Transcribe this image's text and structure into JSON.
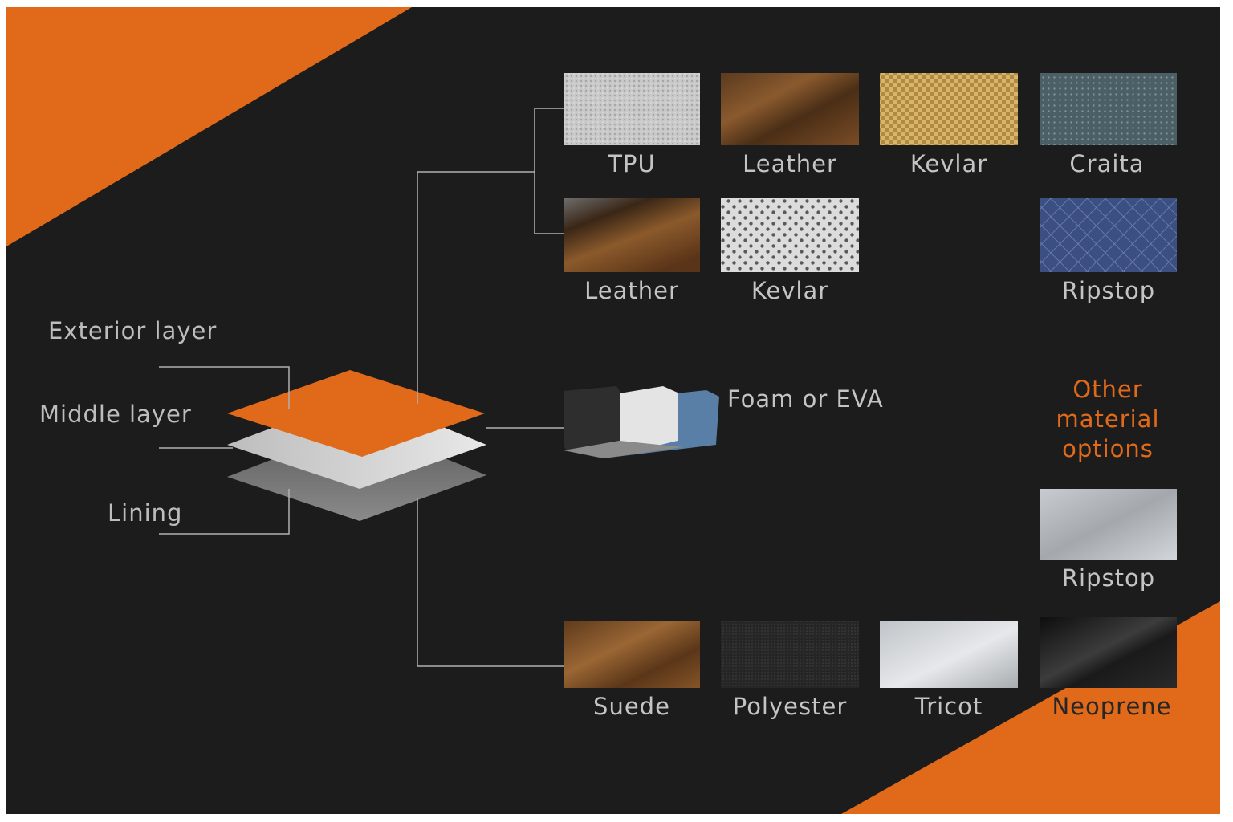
{
  "colors": {
    "background": "#1c1c1c",
    "accent": "#e06a1a",
    "line": "#b0b0b0",
    "text": "#bdbdbd"
  },
  "layers": {
    "exterior": "Exterior layer",
    "middle": "Middle layer",
    "lining": "Lining"
  },
  "exterior_materials": {
    "row1": [
      "TPU",
      "Leather",
      "Kevlar",
      "Craita"
    ],
    "row2": [
      "Leather",
      "Kevlar"
    ],
    "row2_right": "Ripstop"
  },
  "middle_material": "Foam or EVA",
  "other_options": "Other material options",
  "other_ripstop": "Ripstop",
  "lining_materials": [
    "Suede",
    "Polyester",
    "Tricot",
    "Neoprene"
  ]
}
